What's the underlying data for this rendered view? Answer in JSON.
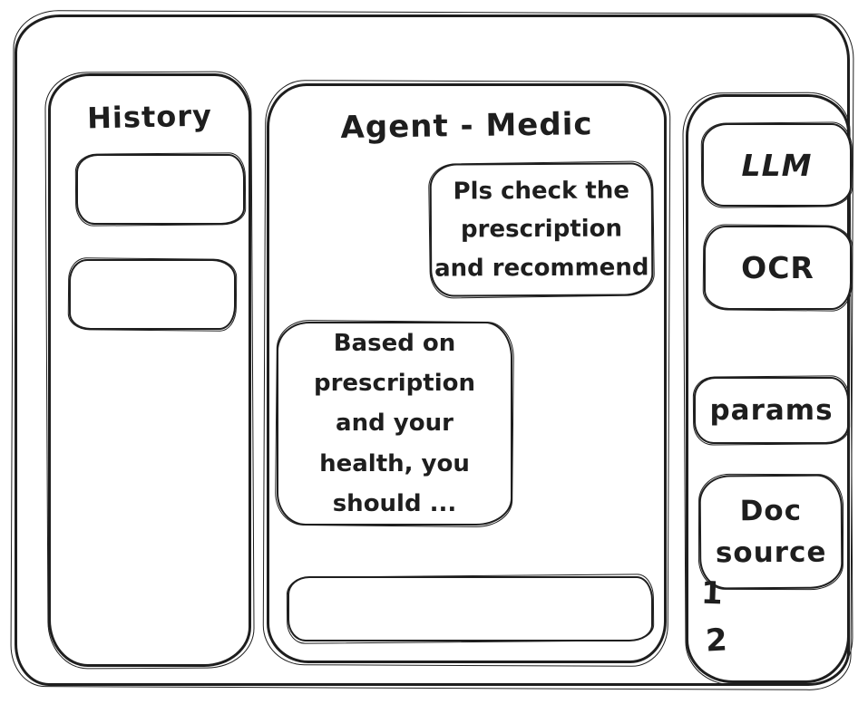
{
  "window": {
    "background": "#ffffff",
    "stroke_color": "#1e1e1e"
  },
  "history_panel": {
    "title": "History",
    "items": [
      {
        "label": ""
      },
      {
        "label": ""
      }
    ]
  },
  "chat_panel": {
    "title": "Agent - Medic",
    "user_message": "Pls check the\nprescription\nand recommend",
    "agent_message": "Based on\nprescription\nand your\nhealth, you\nshould ...",
    "input_value": ""
  },
  "tools_panel": {
    "llm_label": "LLM",
    "ocr_label": "OCR",
    "params_label": "params",
    "doc_source_label": "Doc\nsource",
    "doc_source_items": [
      "1",
      "2"
    ]
  }
}
